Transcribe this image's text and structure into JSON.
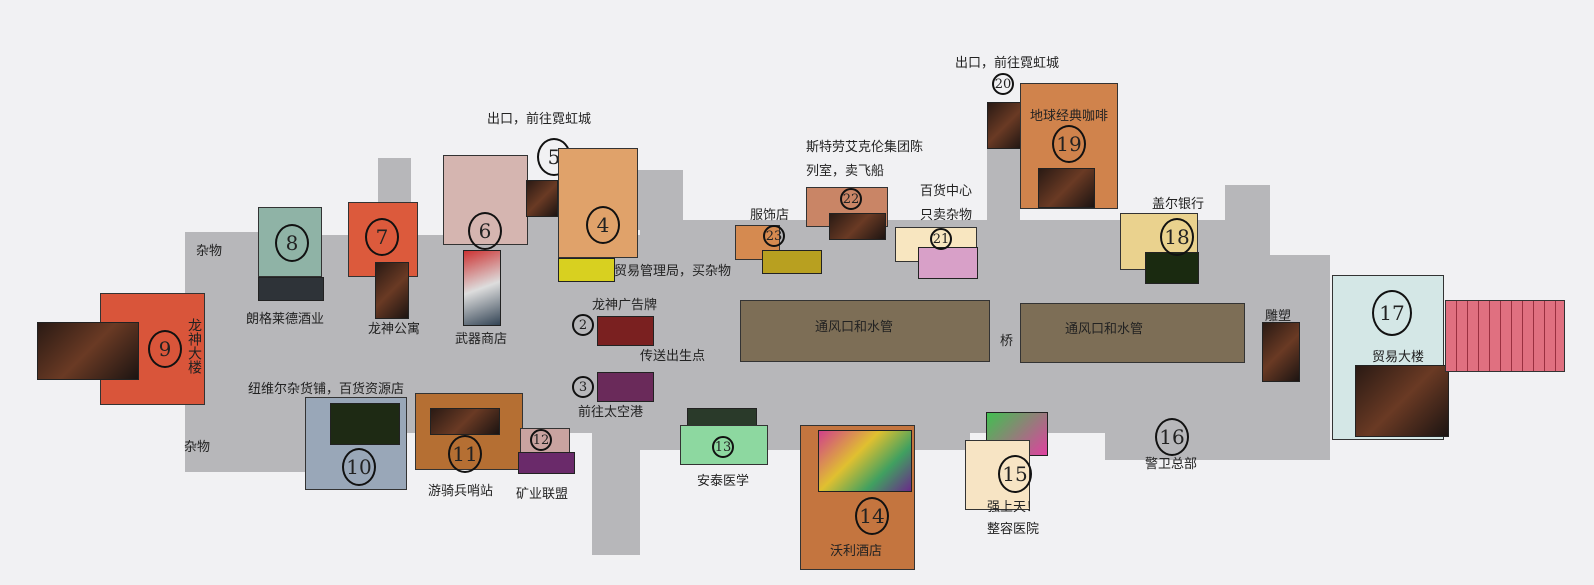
{
  "locations": [
    {
      "number": "2",
      "label": "龙神广告牌"
    },
    {
      "number": "3",
      "label": "前往太空港"
    },
    {
      "number": "4",
      "label": "贸易管理局，买杂物"
    },
    {
      "number": "5",
      "label": "出口，前往霓虹城"
    },
    {
      "number": "6",
      "label": "武器商店"
    },
    {
      "number": "7",
      "label": "龙神公寓"
    },
    {
      "number": "8",
      "label": "朗格莱德酒业"
    },
    {
      "number": "9",
      "label": "龙神大楼"
    },
    {
      "number": "10",
      "label": "纽维尔杂货铺，百货资源店"
    },
    {
      "number": "11",
      "label": "游骑兵哨站"
    },
    {
      "number": "12",
      "label": "矿业联盟"
    },
    {
      "number": "13",
      "label": "安泰医学"
    },
    {
      "number": "14",
      "label": "沃利酒店"
    },
    {
      "number": "15",
      "label": "强上天！",
      "label2": "整容医院"
    },
    {
      "number": "16",
      "label": "警卫总部"
    },
    {
      "number": "17",
      "label": "贸易大楼"
    },
    {
      "number": "18",
      "label": "盖尔银行"
    },
    {
      "number": "19",
      "label": "地球经典咖啡"
    },
    {
      "number": "20",
      "label": "出口，前往霓虹城"
    },
    {
      "number": "21",
      "label": "百货中心",
      "label2": "只卖杂物"
    },
    {
      "number": "22",
      "label": "斯特劳艾克伦集团陈",
      "label2": "列室，卖飞船"
    },
    {
      "number": "23",
      "label": "服饰店"
    }
  ],
  "misc": {
    "misc_top": "杂物",
    "misc_bottom": "杂物",
    "spawn": "传送出生点",
    "vent1": "通风口和水管",
    "vent2": "通风口和水管",
    "bridge": "桥",
    "statue": "雕塑"
  },
  "colors": {
    "floor": "#b7b7ba",
    "vent": "#7d6e56",
    "background": "#f1f1f3"
  }
}
